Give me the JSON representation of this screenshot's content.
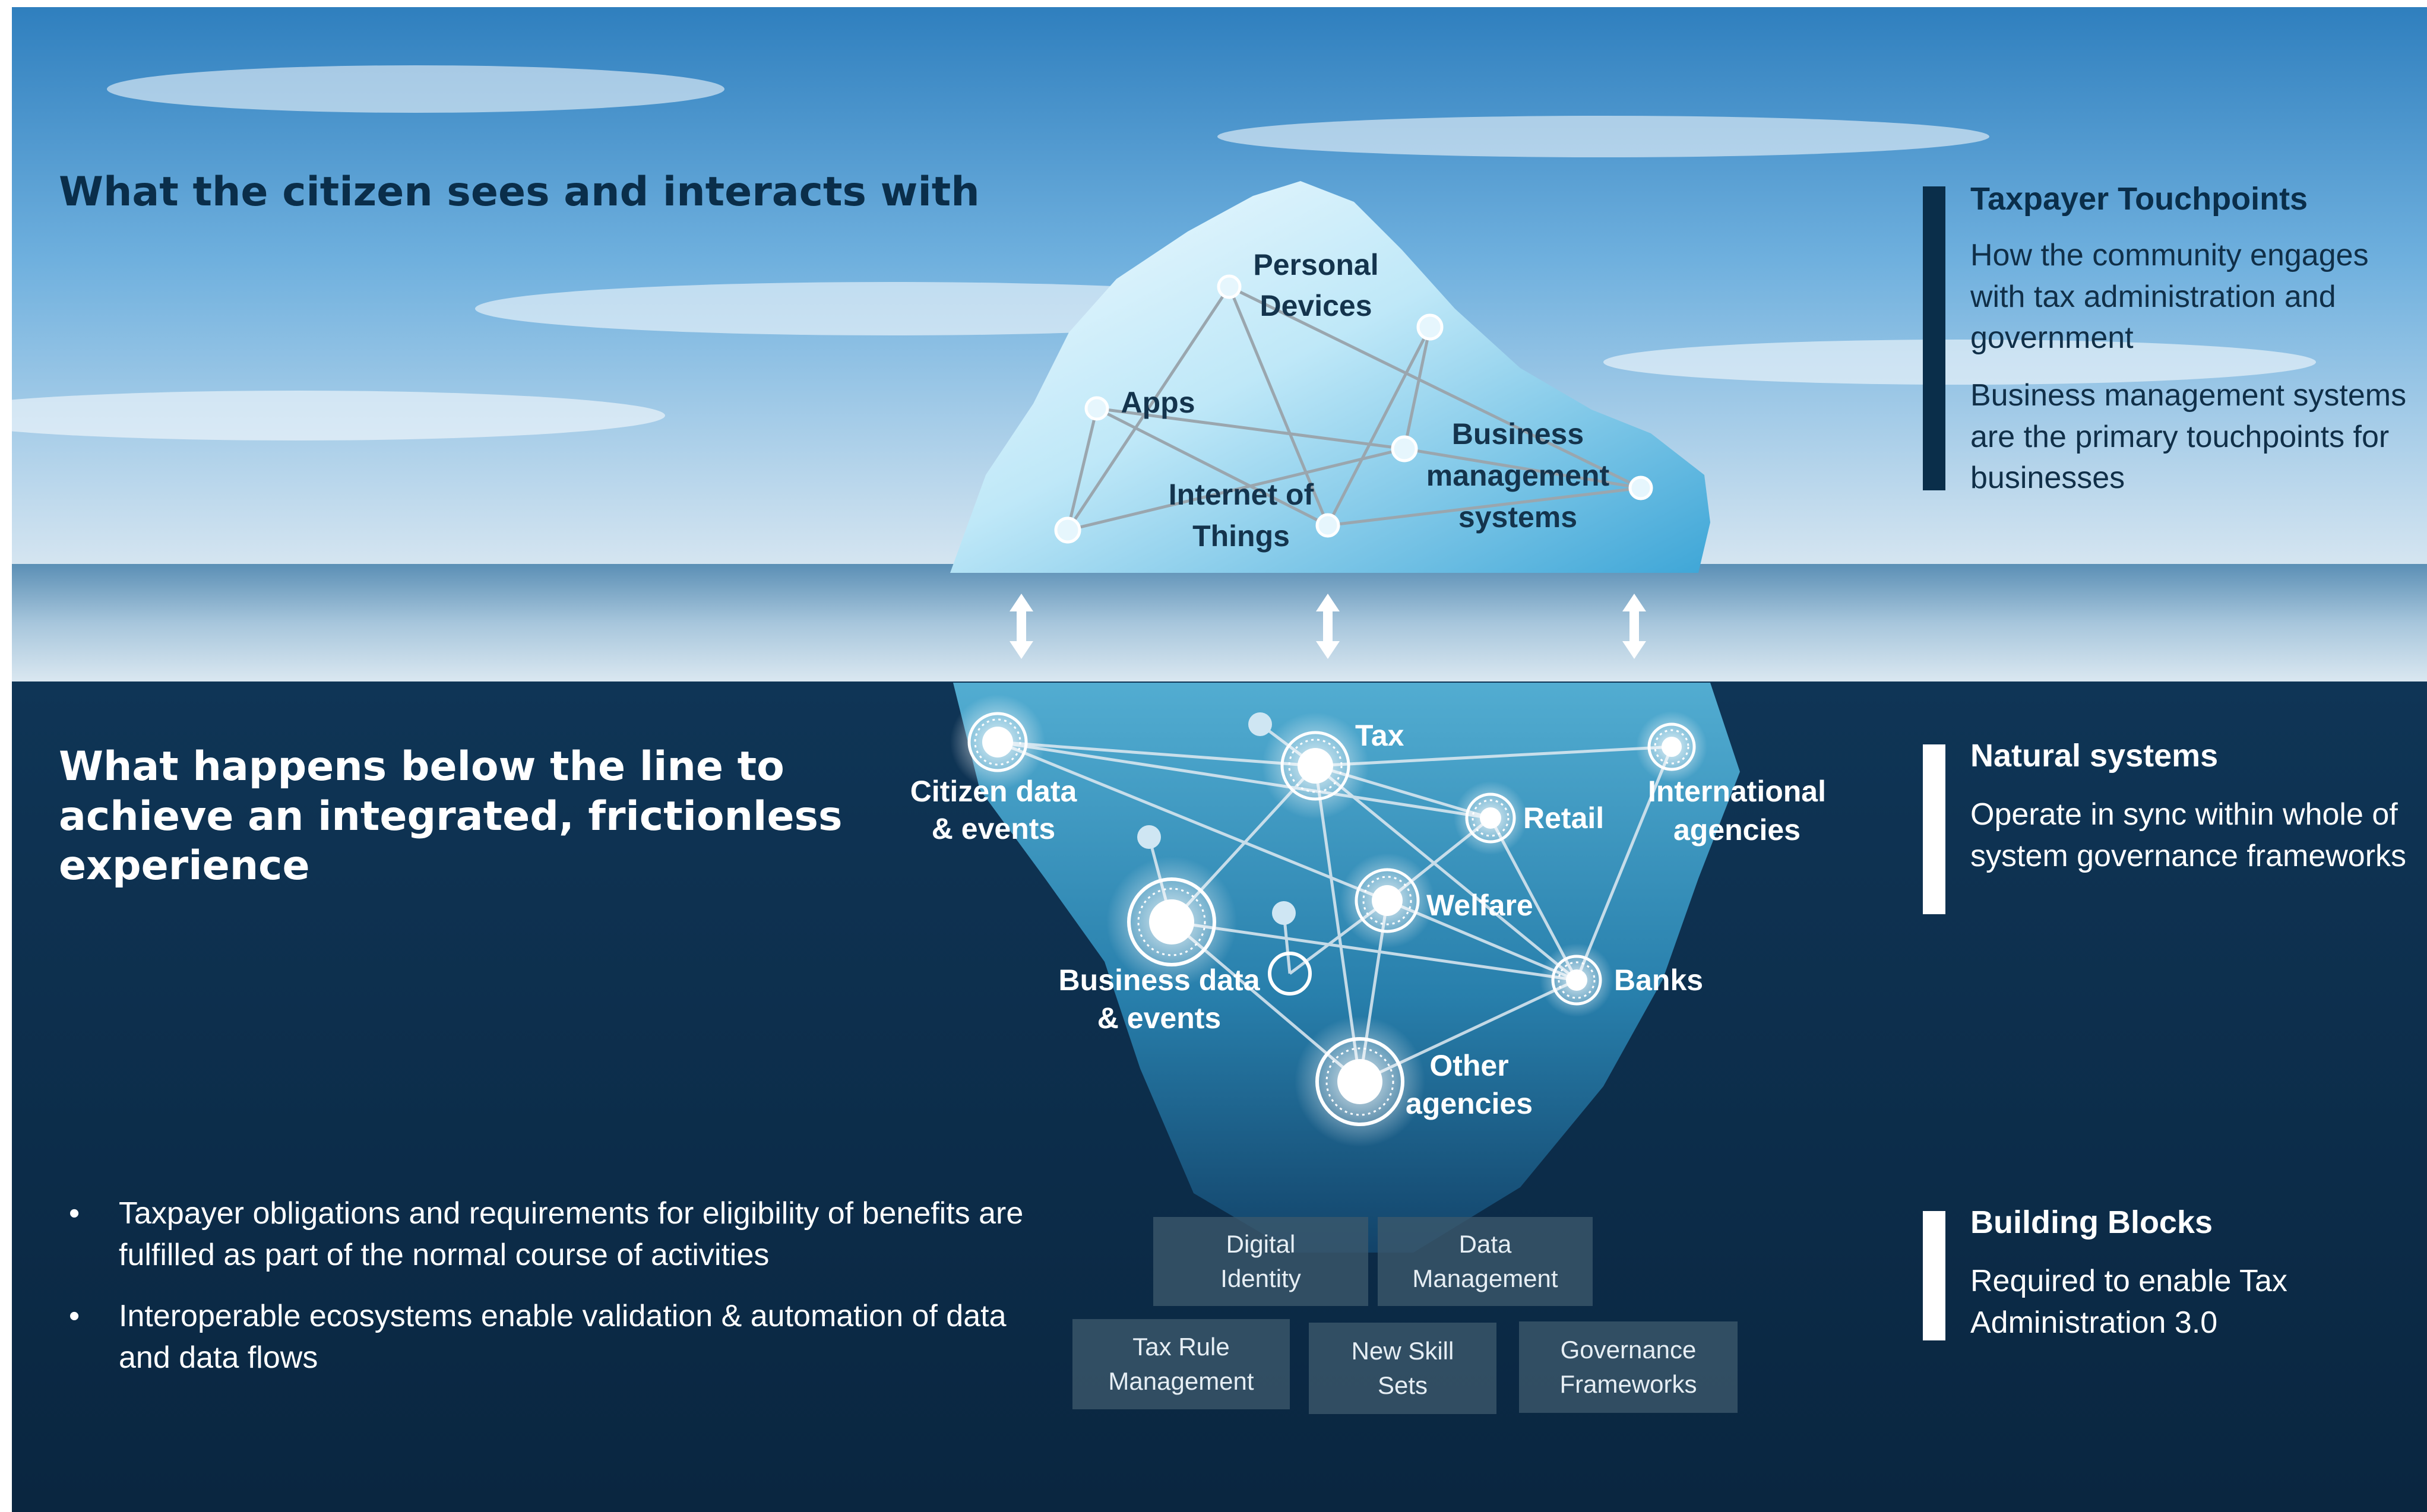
{
  "above": {
    "heading": "What the citizen sees and interacts with",
    "nodes": [
      "Personal",
      "Devices",
      "Apps",
      "Internet of",
      "Things",
      "Business",
      "management",
      "systems"
    ]
  },
  "below": {
    "heading": "What happens below the line to achieve an integrated, frictionless experience",
    "nodes": [
      "Citizen data",
      "& events",
      "Tax",
      "International",
      "agencies",
      "Retail",
      "Welfare",
      "Business data",
      "& events",
      "Banks",
      "Other",
      "agencies"
    ]
  },
  "bullets": [
    "Taxpayer obligations and requirements for eligibility of benefits are fulfilled as part of the normal course of activities",
    "Interoperable ecosystems enable validation & automation of data and data flows"
  ],
  "bullet_symbol": "•",
  "building_blocks": [
    "Digital\nIdentity",
    "Data\nManagement",
    "Tax Rule\nManagement",
    "New Skill\nSets",
    "Governance\nFrameworks"
  ],
  "side_panels": [
    {
      "title": "Taxpayer Touchpoints",
      "desc1": "How the community engages with tax administration and government",
      "desc2": "Business management systems are the primary touchpoints for businesses"
    },
    {
      "title": "Natural systems",
      "desc1": "Operate in sync within whole of system governance frameworks"
    },
    {
      "title": "Building Blocks",
      "desc1": "Required to enable Tax Administration 3.0"
    }
  ],
  "colors": {
    "sky_top": "#2f7fbe",
    "sky_bottom": "#d7e6f1",
    "deep_water": "#0b2a45",
    "heading_dark": "#0a2e4a",
    "ice": "#b9e6f7",
    "network_line_above": "#9aa6ae",
    "network_line_below": "#dfeaf2",
    "side_bar_dark": "#0a2e4a",
    "side_bar_light": "#ffffff"
  },
  "icons": [
    "double-arrow-icon",
    "network-node-icon"
  ]
}
